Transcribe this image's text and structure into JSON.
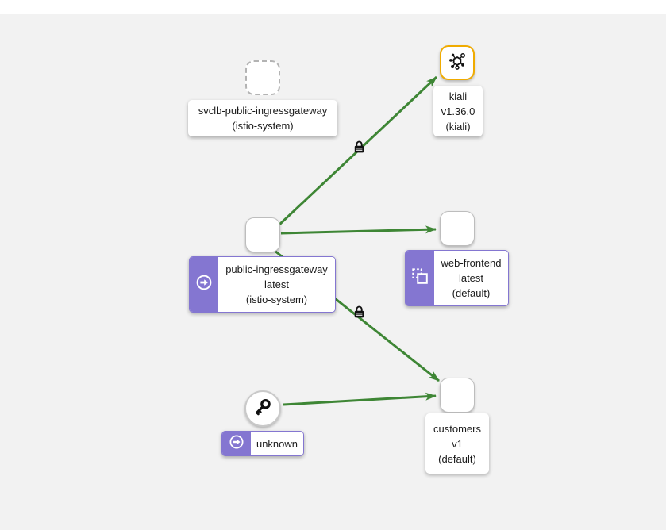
{
  "colors": {
    "edge_healthy_green": "#3e8635",
    "badge_purple": "#8476d1",
    "kiali_node_border_orange": "#f0ab00",
    "node_border_gray": "#bdbdbd",
    "canvas_background": "#f2f2f2",
    "text": "#1b1b1b"
  },
  "icons": {
    "kiali_node": "kiali-mesh-icon",
    "unknown_node": "key-icon",
    "gateway_badge": "arrow-right-circle-icon",
    "web_frontend_badge": "clone-squares-icon",
    "edge_security": "lock-icon"
  },
  "nodes": {
    "svclb": {
      "lines": [
        "svclb-public-ingressgateway",
        "(istio-system)"
      ]
    },
    "kiali": {
      "lines": [
        "kiali",
        "v1.36.0",
        "(kiali)"
      ]
    },
    "gateway": {
      "lines": [
        "public-ingressgateway",
        "latest",
        "(istio-system)"
      ]
    },
    "web_frontend": {
      "lines": [
        "web-frontend",
        "latest",
        "(default)"
      ]
    },
    "unknown": {
      "lines": [
        "unknown"
      ]
    },
    "customers": {
      "lines": [
        "customers",
        "v1",
        "(default)"
      ]
    }
  },
  "edges": [
    {
      "from": "public-ingressgateway",
      "to": "kiali",
      "color": "#3e8635",
      "mtls_lock": true
    },
    {
      "from": "public-ingressgateway",
      "to": "web-frontend",
      "color": "#3e8635",
      "mtls_lock": false
    },
    {
      "from": "public-ingressgateway",
      "to": "customers",
      "color": "#3e8635",
      "mtls_lock": true
    },
    {
      "from": "unknown",
      "to": "customers",
      "color": "#3e8635",
      "mtls_lock": false
    }
  ]
}
